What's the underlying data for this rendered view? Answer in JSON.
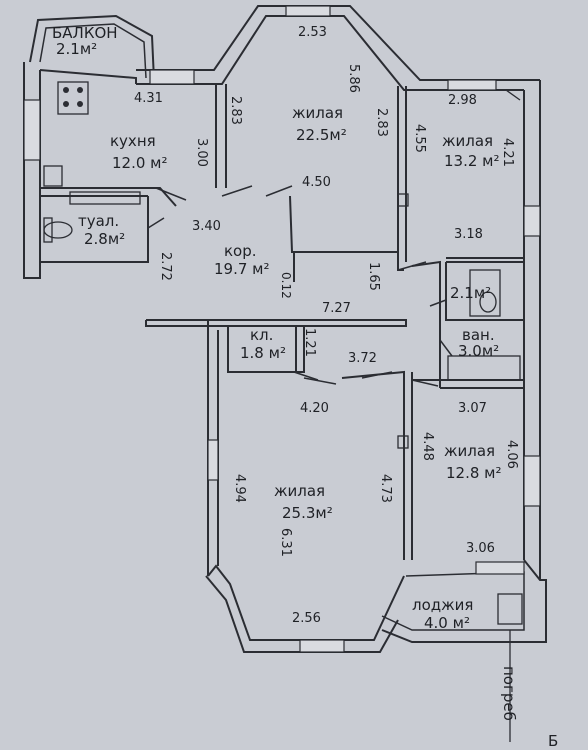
{
  "rooms": {
    "balcony": {
      "name": "БАЛКОН",
      "area": "2.1м²"
    },
    "kitchen": {
      "name": "кухня",
      "area": "12.0 м²"
    },
    "toilet": {
      "name": "туал.",
      "area": "2.8м²"
    },
    "corridor": {
      "name": "кор.",
      "area": "19.7 м²"
    },
    "living_top": {
      "name": "жилая",
      "area": "22.5м²"
    },
    "living_right_top": {
      "name": "жилая",
      "area": "13.2 м²"
    },
    "bath_small": {
      "area": "2.1м²"
    },
    "bath": {
      "name": "ван.",
      "area": "3.0м²"
    },
    "closet": {
      "name": "кл.",
      "area": "1.8 м²"
    },
    "living_bottom": {
      "name": "жилая",
      "area": "25.3м²"
    },
    "living_right_bottom": {
      "name": "жилая",
      "area": "12.8 м²"
    },
    "loggia": {
      "name": "лоджия",
      "area": "4.0 м²"
    }
  },
  "labels": {
    "cellar": "погреб",
    "corner_mark": "Б"
  },
  "dims": {
    "d_2_53": "2.53",
    "d_4_31": "4.31",
    "d_5_86": "5.86",
    "d_2_83_a": "2.83",
    "d_2_83_b": "2.83",
    "d_2_98": "2.98",
    "d_4_55": "4.55",
    "d_4_21": "4.21",
    "d_3_00": "3.00",
    "d_4_50": "4.50",
    "d_3_40": "3.40",
    "d_3_18": "3.18",
    "d_2_72": "2.72",
    "d_0_12": "0.12",
    "d_1_65": "1.65",
    "d_7_27": "7.27",
    "d_1_21": "1.21",
    "d_3_72": "3.72",
    "d_4_20": "4.20",
    "d_3_07": "3.07",
    "d_4_48": "4.48",
    "d_4_06": "4.06",
    "d_4_94": "4.94",
    "d_4_73": "4.73",
    "d_6_31": "6.31",
    "d_3_06": "3.06",
    "d_2_56": "2.56"
  }
}
